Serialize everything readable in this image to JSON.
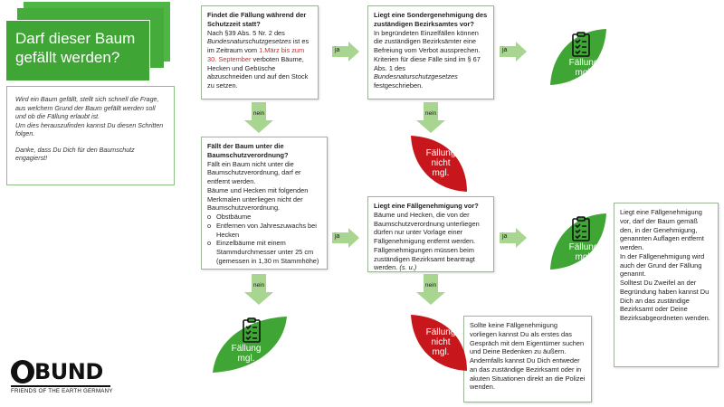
{
  "header": {
    "title": "Darf dieser Baum gefällt werden?",
    "intro_p1": "Wird ein Baum gefällt, stellt sich schnell die Frage, aus welchem Grund der Baum gefällt werden soll und ob die Fällung erlaubt ist.",
    "intro_p1b": "Um dies herauszufinden kannst Du diesen Schritten folgen.",
    "intro_p2": "Danke, dass Du Dich für den Baumschutz engagierst!"
  },
  "q1": {
    "title": "Findet die Fällung während der Schutzzeit statt?",
    "t1": "Nach §39 Abs. 5 Nr. 2 des ",
    "law": "Bundesnaturschutzgesetzes",
    "t2": " ist es im Zeitraum vom ",
    "period": "1.März bis zum 30. September",
    "t3": " verboten Bäume, Hecken und Gebüsche abzuschneiden und auf den Stock zu setzen."
  },
  "q2": {
    "title": "Liegt eine Sondergenehmigung des zuständigen Bezirksamtes vor?",
    "t1": "In begründeten Einzelfällen können die zuständigen Bezirksämter eine Befreiung vom Verbot aussprechen. Kriterien für diese Fälle sind im § 67 Abs. 1 des ",
    "law": "Bundesnaturschutzgesetzes",
    "t2": " festgeschrieben."
  },
  "q3": {
    "title": "Fällt der Baum unter die Baumschutzverordnung?",
    "t1": "Fällt ein Baum nicht unter die Baumschutzverordnung, darf er entfernt werden.",
    "t2": "Bäume und Hecken mit folgenden Merkmalen unterliegen nicht der Baumschutzverordnung.",
    "items": [
      "Obstbäume",
      "Entfernen von Jahreszuwachs bei Hecken",
      "Einzelbäume mit einem Stammdurchmesser unter 25 cm (gemessen in 1,30 m Stammhöhe)"
    ]
  },
  "q4": {
    "title": "Liegt eine Fällgenehmigung vor?",
    "t1": "Bäume und Hecken, die von der Baumschutzverordnung unterliegen dürfen nur unter Vorlage einer Fällgenehmigung entfernt werden. Fällgenehmigungen müssen beim zuständigen Bezirksamt beantragt werden. ",
    "ref": "(s. u.)"
  },
  "note_right": "Liegt eine Fällgenehmigung vor, darf der Baum gemäß den, in der Genehmigung, genannten Auflagen entfernt werden.\nIn der Fällgenehmigung wird auch der Grund der Fällung genannt.\nSolltest Du Zweifel an der Begründung haben kannst Du Dich an das zuständige Bezirksamt oder Deine Bezirksabgeordneten wenden.",
  "note_bottom": "Sollte keine Fällgenehmigung vorliegen kannst Du als erstes das Gespräch mit dem Eigentümer suchen und Deine Bedenken zu äußern.\nAndernfalls kannst Du Dich entweder an das zuständige Bezirksamt oder in akuten Situationen direkt an die Polizei wenden.",
  "labels": {
    "yes": "ja",
    "no": "nein"
  },
  "badges": {
    "ok_line1": "Fällung",
    "ok_line2": "mgl.",
    "no_line1": "Fällung",
    "no_line2": "nicht",
    "no_line3": "mgl."
  },
  "logo": {
    "word": "BUND",
    "sub": "FRIENDS OF THE EARTH GERMANY"
  },
  "colors": {
    "green": "#3fa535",
    "light_green": "#a8d58f",
    "red": "#c8171c",
    "highlight": "#d4282c"
  }
}
